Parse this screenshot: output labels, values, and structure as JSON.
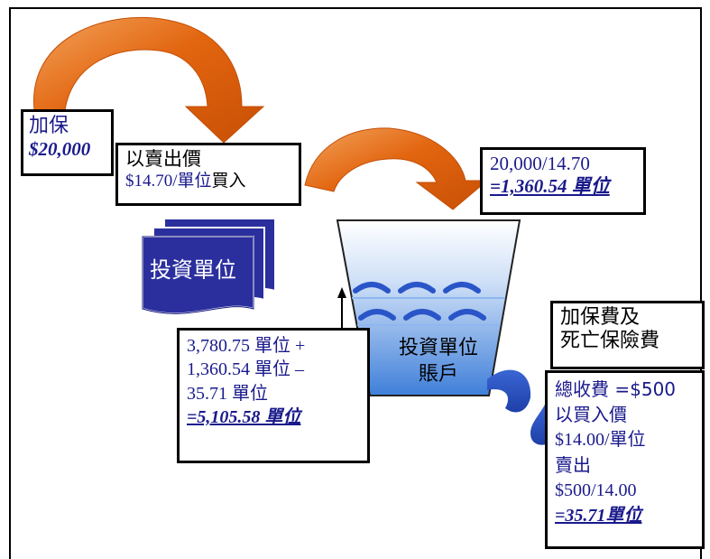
{
  "top_up": {
    "label": "加保",
    "amount": "$20,000"
  },
  "buy_box": {
    "title": "以賣出價",
    "price": "$14.70/單位",
    "action": "買入"
  },
  "units_doc": {
    "label": "投資單位"
  },
  "calc_box": {
    "formula": "20,000/14.70",
    "result": "=1,360.54 單位"
  },
  "account": {
    "line1": "投資單位",
    "line2": "賬戶"
  },
  "sum_box": {
    "line1": "3,780.75 單位 +",
    "line2": "1,360.54 單位 –",
    "line3": "35.71 單位",
    "result": "=5,105.58 單位"
  },
  "charge_title": {
    "line1": "加保費及",
    "line2": "死亡保險費"
  },
  "charge_box": {
    "line1": "總收費 =$500",
    "line2": "以買入價",
    "line3": "$14.00/單位",
    "line4": "賣出",
    "line5": "$500/14.00",
    "result": "=35.71單位"
  },
  "colors": {
    "arrow_orange": "#e2650f",
    "arrow_light": "#f0a060",
    "doc_blue": "#2b2f9e",
    "funnel_top": "#ffffff",
    "funnel_bottom": "#3f7fd9",
    "text_blue": "#1a1a8c",
    "outflow_blue": "#2a55c8"
  },
  "icons": [
    "curved-arrow",
    "document-stack",
    "funnel",
    "droplet",
    "up-arrow"
  ]
}
